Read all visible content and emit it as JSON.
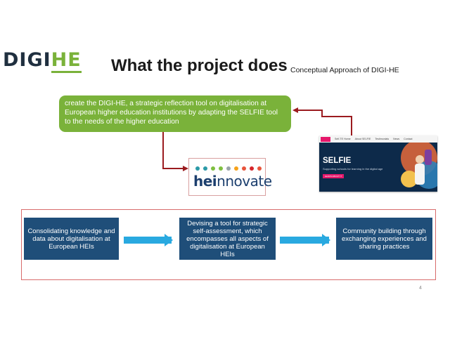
{
  "logo": {
    "part1": "DIGI",
    "part2": "HE"
  },
  "title": "What the project does",
  "subtitle": "Conceptual Approach of DIGI-HE",
  "goal_text": "create the DIGI-HE, a strategic reflection tool on digitalisation at European higher education institutions by adapting the SELFIE tool to the needs of the higher education",
  "heinnovate": {
    "text_bold": "hei",
    "text_regular": "nnovate",
    "dot_colors": [
      "#2b9aa8",
      "#2b9aa8",
      "#7fbf41",
      "#7fbf41",
      "#9aa3aa",
      "#f6a21a",
      "#e8543b",
      "#d6262c",
      "#e8543b"
    ]
  },
  "selfie": {
    "nav_items": [
      "Self-TE Home",
      "About SELFIE",
      "Testimonials",
      "News",
      "Contact"
    ],
    "title": "SELFIE",
    "tagline": "Supporting schools for learning in the digital age",
    "button": "LEARN ABOUT IT"
  },
  "steps": [
    "Consolidating knowledge and data about digitalisation at European HEIs",
    "Devising a tool for strategic self-assessment, which encompasses all aspects of digitalisation at European HEIs",
    "Community building through exchanging experiences and sharing practices"
  ],
  "page_number": "4",
  "colors": {
    "green": "#7ab23a",
    "navy": "#1f4e79",
    "arrow_blue": "#29a9e0",
    "connector_red": "#9b1b1f",
    "frame_red": "#d86b6b"
  }
}
